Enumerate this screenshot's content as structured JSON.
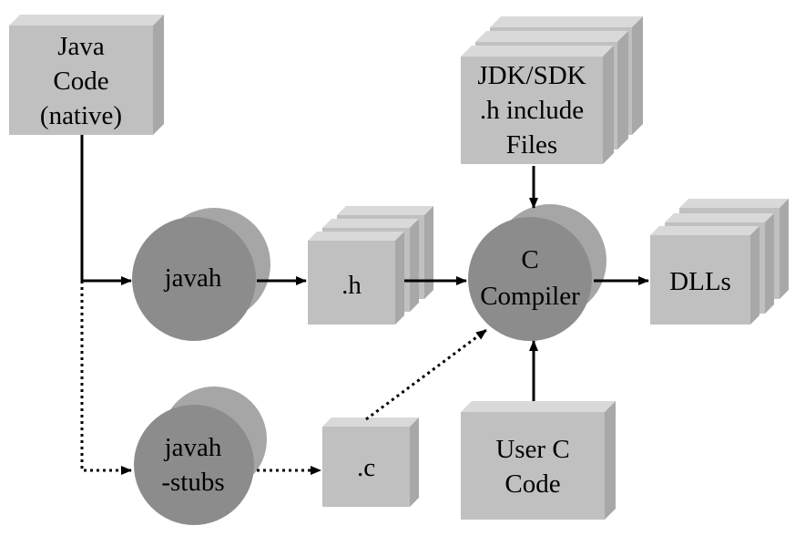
{
  "nodes": {
    "java_code": {
      "lines": [
        "Java",
        "Code",
        "(native)"
      ]
    },
    "javah": {
      "label": "javah"
    },
    "javah_stubs": {
      "lines": [
        "javah",
        "-stubs"
      ]
    },
    "h_files": {
      "label": ".h"
    },
    "c_file": {
      "label": ".c"
    },
    "jdk_files": {
      "lines": [
        "JDK/SDK",
        ".h include",
        "Files"
      ]
    },
    "c_compiler": {
      "lines": [
        "C",
        "Compiler"
      ]
    },
    "user_c_code": {
      "lines": [
        "User C",
        "Code"
      ]
    },
    "dlls": {
      "label": "DLLs"
    }
  },
  "colors": {
    "box_front": "#c0c0c0",
    "box_top": "#d9d9d9",
    "box_side": "#a8a8a8",
    "cylinder_face": "#8c8c8c",
    "cylinder_back": "#a6a6a6",
    "line": "#000000"
  }
}
